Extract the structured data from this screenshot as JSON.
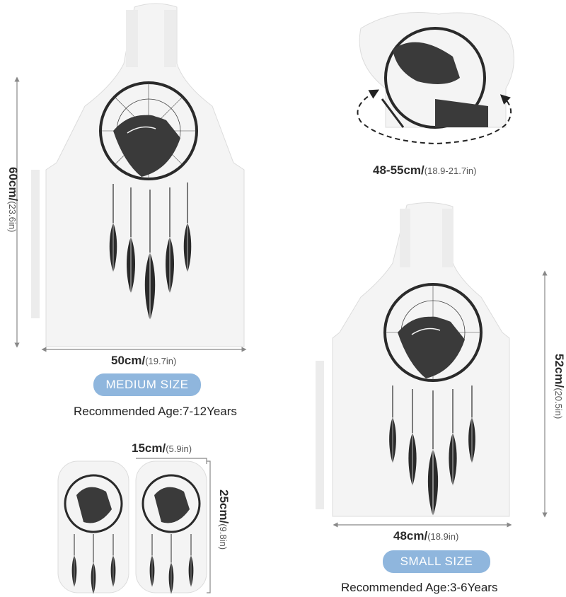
{
  "products": {
    "medium_apron": {
      "height_main": "60cm/",
      "height_sub": "(23.6in)",
      "width_main": "50cm/",
      "width_sub": "(19.7in)",
      "size_label": "MEDIUM SIZE",
      "age_label": "Recommended Age:7-12Years"
    },
    "hat": {
      "circumference_main": "48-55cm/",
      "circumference_sub": "(18.9-21.7in)"
    },
    "small_apron": {
      "height_main": "52cm/",
      "height_sub": "(20.5in)",
      "width_main": "48cm/",
      "width_sub": "(18.9in)",
      "size_label": "SMALL SIZE",
      "age_label": "Recommended Age:3-6Years"
    },
    "sleeves": {
      "width_main": "15cm/",
      "width_sub": "(5.9in)",
      "height_main": "25cm/",
      "height_sub": "(9.8in)"
    }
  },
  "colors": {
    "badge": "#8fb6dd",
    "fabric": "#f4f4f4",
    "ink": "#2a2a2a"
  }
}
